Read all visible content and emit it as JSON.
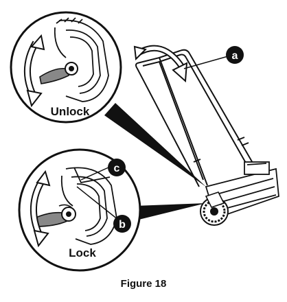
{
  "figure": {
    "caption": "Figure 18"
  },
  "inset_top": {
    "label": "Unlock"
  },
  "inset_bottom": {
    "label": "Lock"
  },
  "callouts": [
    {
      "letter": "a"
    },
    {
      "letter": "c"
    },
    {
      "letter": "b"
    }
  ],
  "colors": {
    "line": "#111111",
    "marker_fill": "#111111",
    "marker_text": "#ffffff",
    "background": "#ffffff"
  }
}
